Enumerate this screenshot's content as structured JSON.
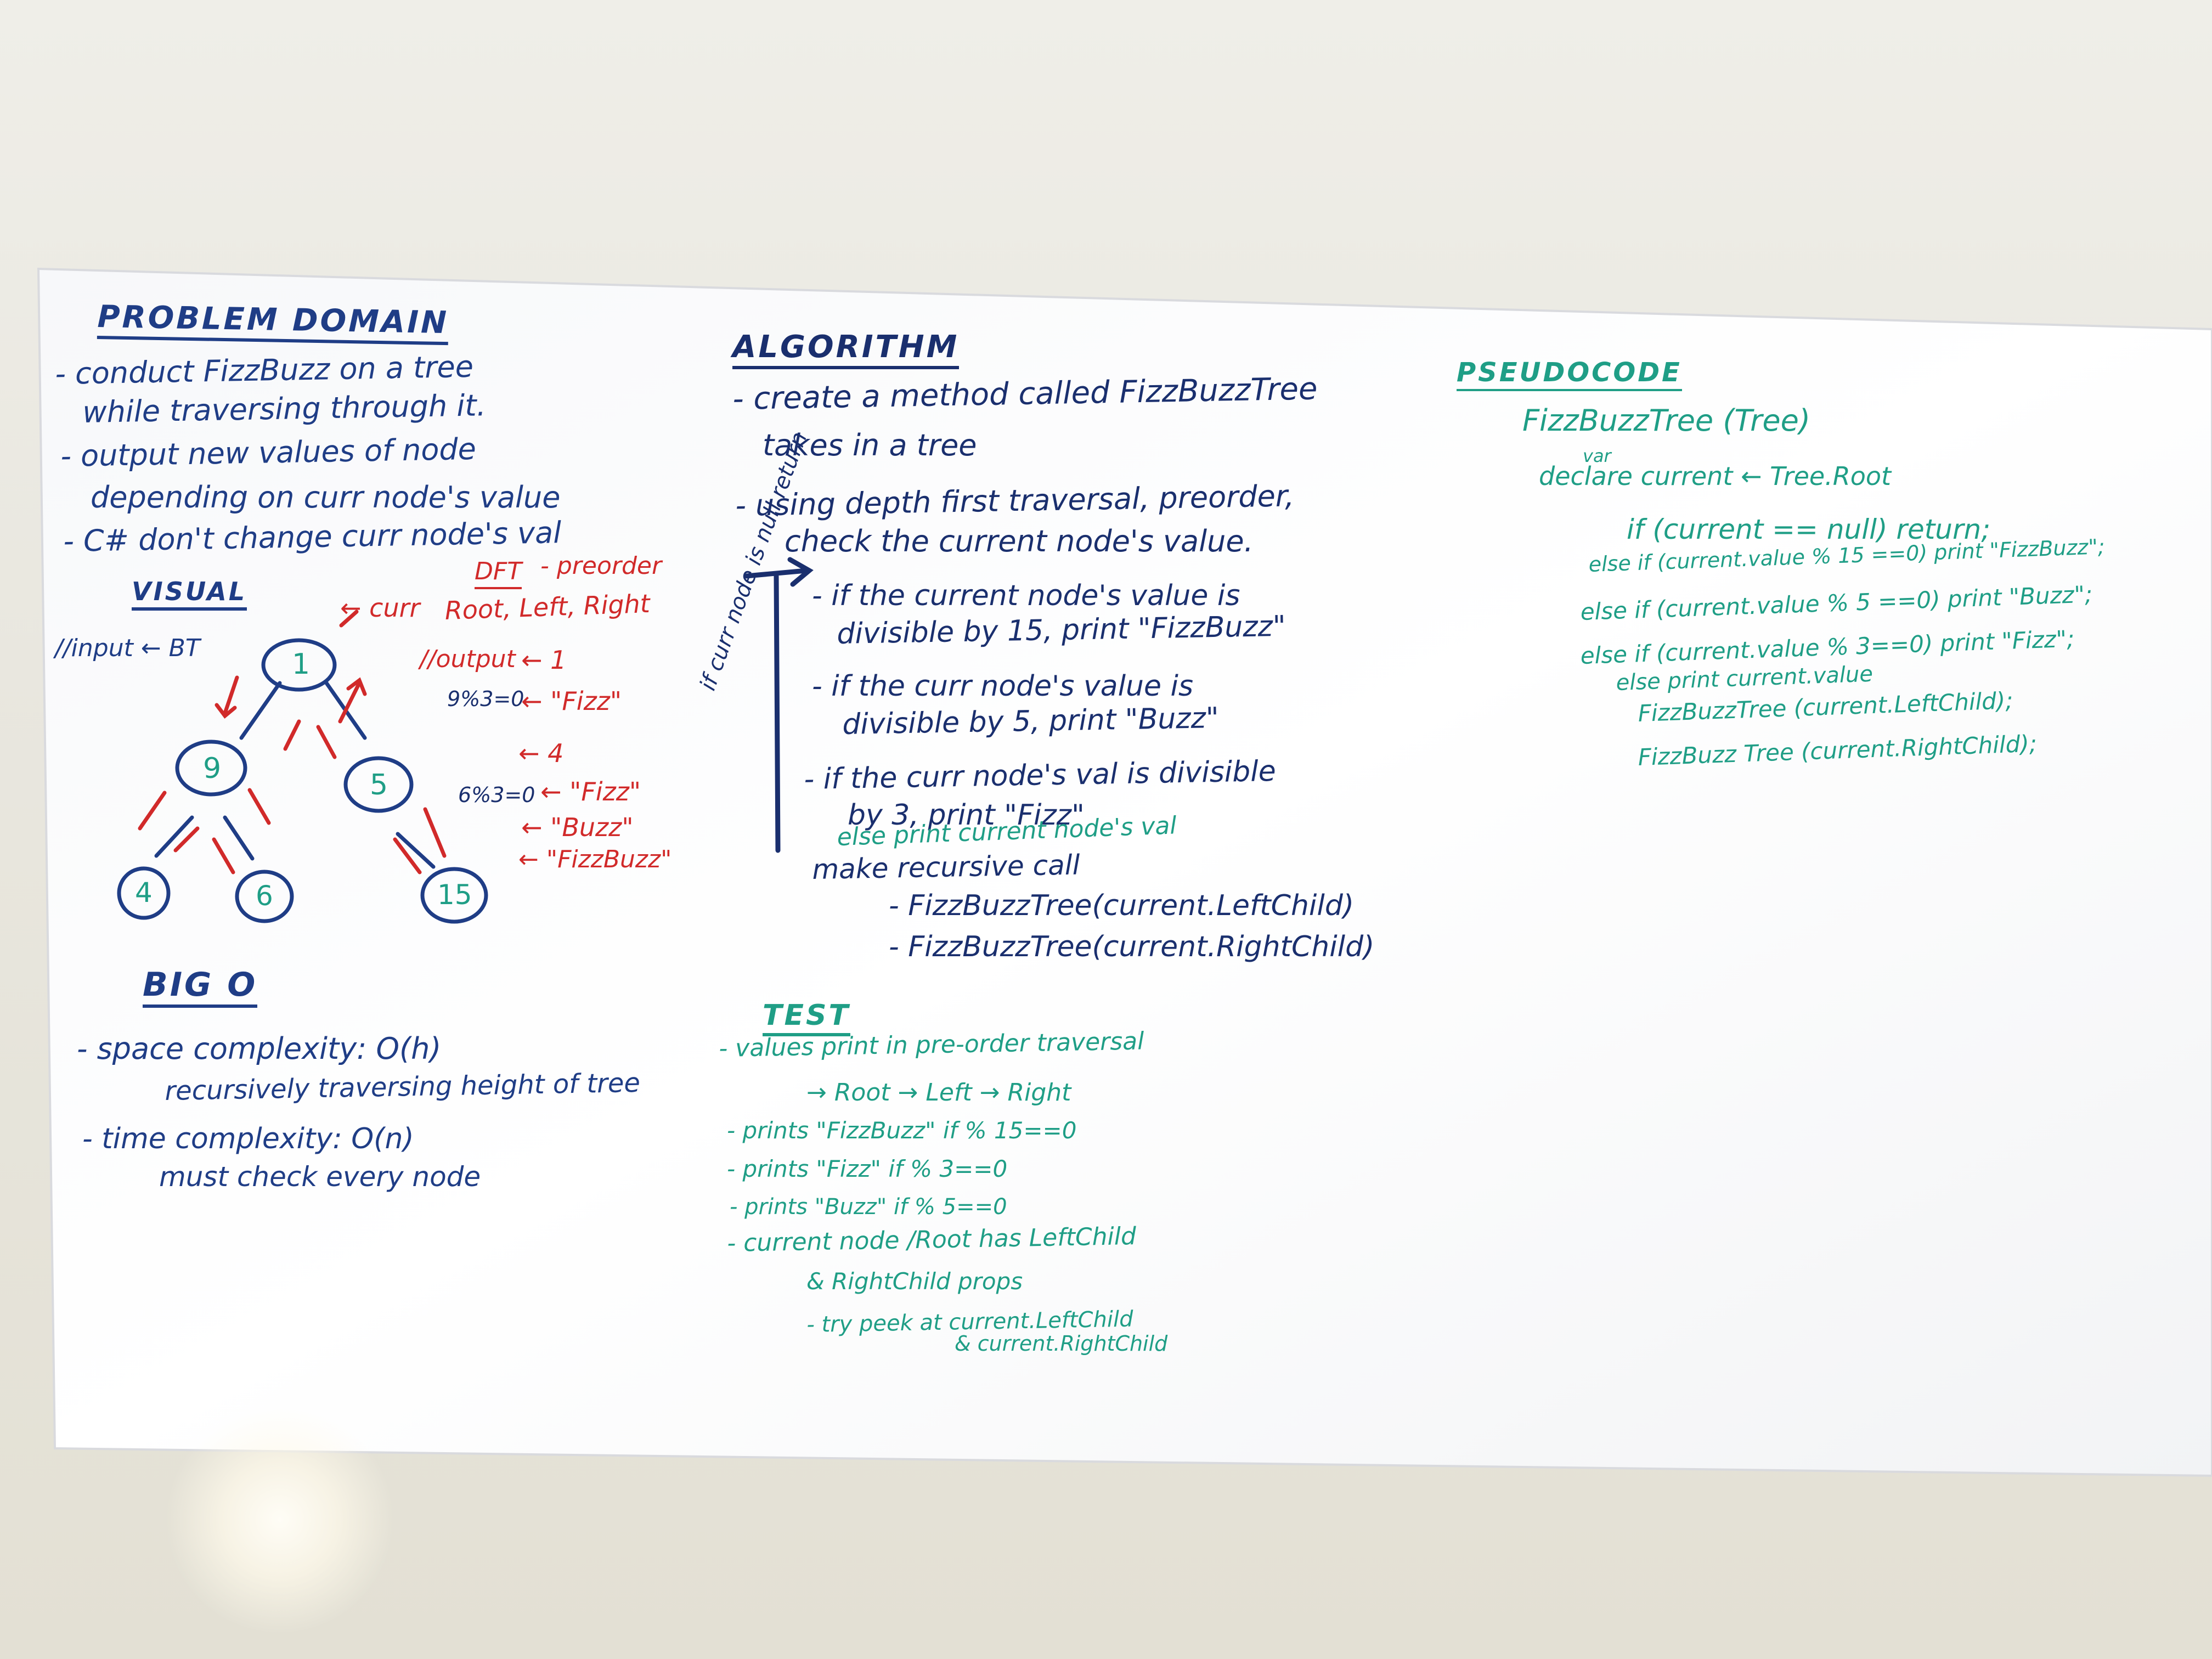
{
  "problem_domain": {
    "heading": "PROBLEM DOMAIN",
    "lines": [
      "- conduct FizzBuzz on a tree",
      "while traversing through it.",
      "- output new values of node",
      "depending on curr node's value",
      "- C# don't change curr node's val"
    ]
  },
  "visual": {
    "heading": "VISUAL",
    "input_label": "//input ← BT",
    "curr_label": "← curr",
    "dft_label": "DFT",
    "preorder_label": "- preorder",
    "order_label": "Root, Left, Right",
    "output_label": "//output",
    "mod_note_1": "9%3=0",
    "mod_note_2": "6%3=0",
    "outputs": [
      "← 1",
      "← \"Fizz\"",
      "← 4",
      "← \"Fizz\"",
      "← \"Buzz\"",
      "← \"FizzBuzz\""
    ],
    "nodes": [
      "1",
      "9",
      "5",
      "4",
      "6",
      "15"
    ]
  },
  "big_o": {
    "heading": "BIG O",
    "lines": [
      "- space complexity: O(h)",
      "recursively traversing height of tree",
      "- time complexity: O(n)",
      "must check every node"
    ]
  },
  "algorithm": {
    "heading": "ALGORITHM",
    "side_note": "if curr node is null return",
    "lines": [
      "- create a method called FizzBuzzTree",
      "takes in a tree",
      "- using depth first traversal, preorder,",
      "check the current node's value.",
      "- if the current node's value is",
      "divisible by 15, print \"FizzBuzz\"",
      "- if the curr node's value is",
      "divisible by 5, print \"Buzz\"",
      "- if the curr node's val is divisible",
      "by 3, print \"Fizz\""
    ],
    "else_line": "else print current node's val",
    "recursive_lines": [
      "make recursive call",
      "- FizzBuzzTree(current.LeftChild)",
      "- FizzBuzzTree(current.RightChild)"
    ]
  },
  "test": {
    "heading": "TEST",
    "lines": [
      "- values print in pre-order traversal",
      "→ Root → Left → Right",
      "- prints \"FizzBuzz\" if % 15==0",
      "- prints \"Fizz\" if % 3==0",
      "- prints \"Buzz\" if % 5==0",
      "- current node /Root has LeftChild",
      "& RightChild props",
      "- try peek at current.LeftChild",
      "& current.RightChild"
    ]
  },
  "pseudocode": {
    "heading": "PSEUDOCODE",
    "lines": [
      "FizzBuzzTree (Tree)",
      "var",
      "declare current ← Tree.Root",
      "if (current == null) return;",
      "else if (current.value % 15 ==0) print \"FizzBuzz\";",
      "else if (current.value % 5 ==0) print \"Buzz\";",
      "else if (current.value % 3==0) print \"Fizz\";",
      "else print current.value",
      "FizzBuzzTree (current.LeftChild);",
      "FizzBuzz Tree (current.RightChild);"
    ]
  },
  "colors": {
    "blue_marker": "#1f3d86",
    "red_marker": "#d12a2a",
    "green_marker": "#1f9e86",
    "board": "#fbfbfc"
  }
}
